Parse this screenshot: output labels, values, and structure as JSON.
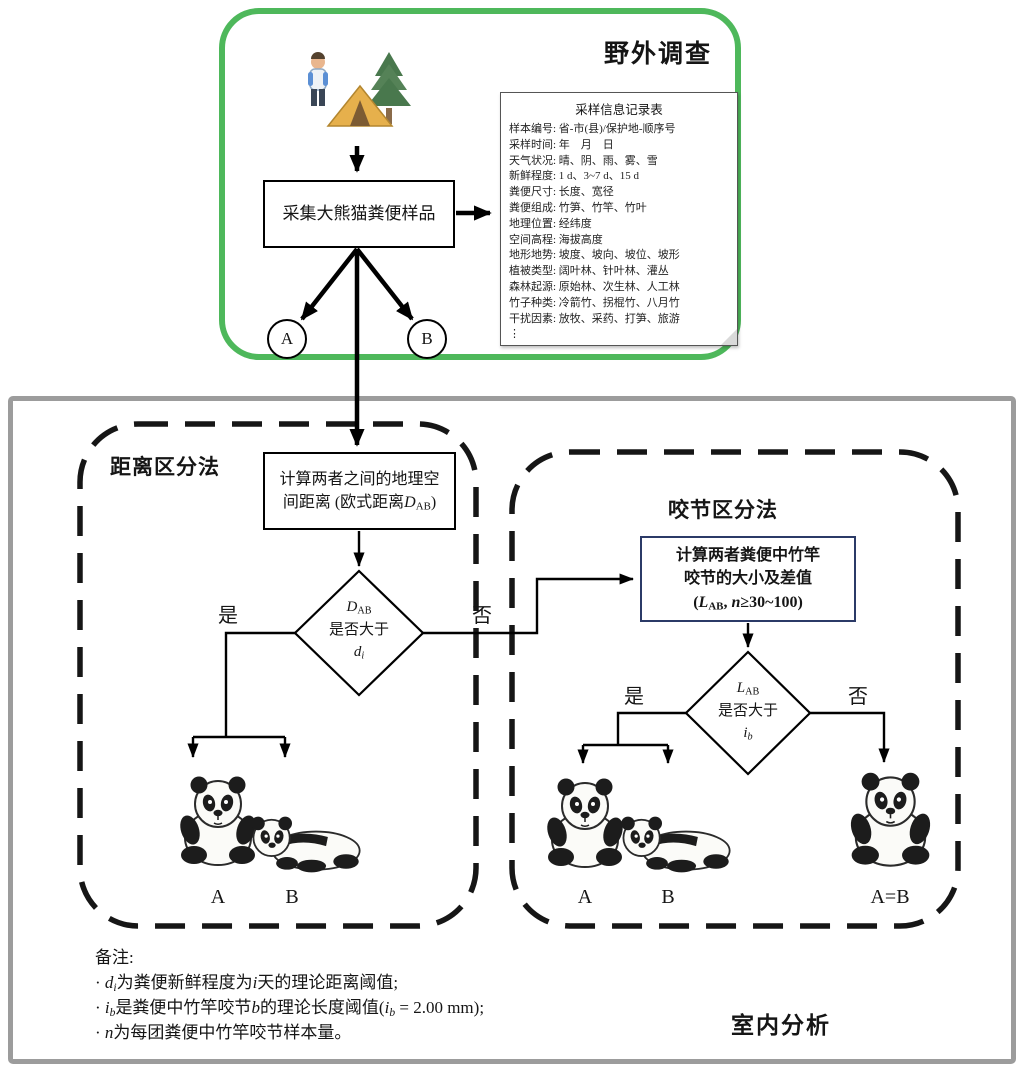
{
  "colors": {
    "field_border": "#4eb85b",
    "indoor_border": "#9c9c9c",
    "dashed_method_border": "#161616",
    "bite_box_border": "#2b3a67",
    "arrow": "#000000"
  },
  "field_survey": {
    "title": "野外调查",
    "collect_box_label": "采集大熊猫粪便样品",
    "sample_a": "A",
    "sample_b": "B",
    "record_sheet": {
      "title": "采样信息记录表",
      "lines": [
        "样本编号: 省-市(县)/保护地-顺序号",
        "采样时间: 年　月　日",
        "天气状况: 晴、阴、雨、雾、雪",
        "新鲜程度: 1 d、3~7 d、15 d",
        "粪便尺寸: 长度、宽径",
        "粪便组成: 竹笋、竹竿、竹叶",
        "地理位置: 经纬度",
        "空间高程: 海拔高度",
        "地形地势: 坡度、坡向、坡位、坡形",
        "植被类型: 阔叶林、针叶林、灌丛",
        "森林起源: 原始林、次生林、人工林",
        "竹子种类: 冷箭竹、拐棍竹、八月竹",
        "干扰因素: 放牧、采药、打笋、旅游",
        "⋮"
      ]
    }
  },
  "indoor": {
    "section_title": "室内分析",
    "yes": "是",
    "no": "否",
    "distance_method": {
      "title": "距离区分法",
      "box_line1": "计算两者之间的地理空",
      "box_line2": [
        {
          "t": "间距离 (欧式距离"
        },
        {
          "t": "D",
          "i": true
        },
        {
          "t": "AB",
          "sub": true
        },
        {
          "t": ")"
        }
      ],
      "decision_line1": [
        {
          "t": "D",
          "i": true
        },
        {
          "t": "AB",
          "sub": true
        }
      ],
      "decision_line2": "是否大于",
      "decision_line3": [
        {
          "t": "d",
          "i": true
        },
        {
          "t": "i",
          "i": true,
          "sub": true
        }
      ],
      "result_a": "A",
      "result_b": "B"
    },
    "bite_method": {
      "title": "咬节区分法",
      "box_line1": "计算两者粪便中竹竿",
      "box_line2": "咬节的大小及差值",
      "box_line3": [
        {
          "t": "("
        },
        {
          "t": "L",
          "i": true
        },
        {
          "t": "AB",
          "sub": true
        },
        {
          "t": ", "
        },
        {
          "t": "n",
          "i": true
        },
        {
          "t": "≥30~100)"
        }
      ],
      "decision_line1": [
        {
          "t": "L",
          "i": true
        },
        {
          "t": "AB",
          "sub": true
        }
      ],
      "decision_line2": "是否大于",
      "decision_line3": [
        {
          "t": "i",
          "i": true
        },
        {
          "t": "b",
          "i": true,
          "sub": true
        }
      ],
      "result_a": "A",
      "result_b": "B",
      "result_equal": "A=B"
    },
    "notes": {
      "heading": "备注:",
      "line1": [
        {
          "t": "· "
        },
        {
          "t": "d",
          "i": true
        },
        {
          "t": "i",
          "i": true,
          "sub": true
        },
        {
          "t": "为粪便新鲜程度为"
        },
        {
          "t": "i",
          "i": true
        },
        {
          "t": "天的理论距离阈值;"
        }
      ],
      "line2": [
        {
          "t": "· "
        },
        {
          "t": "i",
          "i": true
        },
        {
          "t": "b",
          "i": true,
          "sub": true
        },
        {
          "t": "是粪便中竹竿咬节"
        },
        {
          "t": "b",
          "i": true
        },
        {
          "t": "的理论长度阈值("
        },
        {
          "t": "i",
          "i": true
        },
        {
          "t": "b",
          "i": true,
          "sub": true
        },
        {
          "t": " = 2.00 mm);"
        }
      ],
      "line3": [
        {
          "t": "· "
        },
        {
          "t": "n",
          "i": true
        },
        {
          "t": "为每团粪便中竹竿咬节样本量。"
        }
      ]
    }
  }
}
